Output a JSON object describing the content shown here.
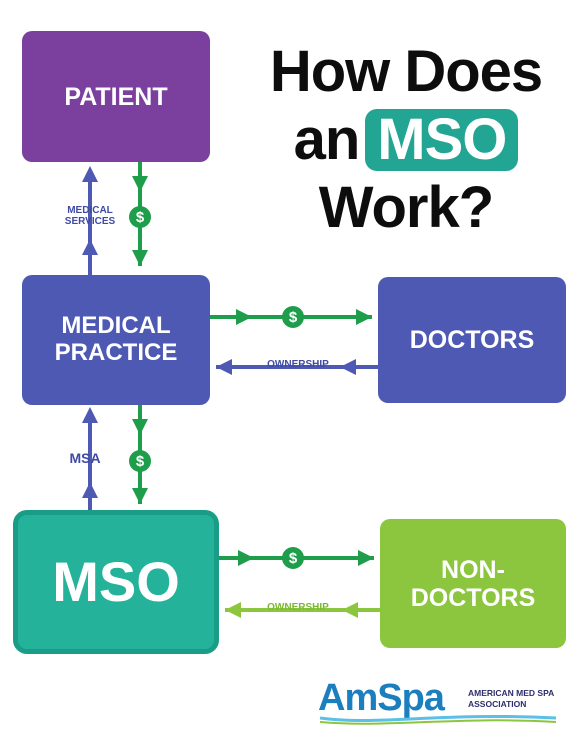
{
  "title": {
    "line1": "How Does",
    "line2_prefix": "an",
    "line2_highlight": "MSO",
    "line3": "Work?"
  },
  "boxes": {
    "patient": "PATIENT",
    "medical_practice": "MEDICAL PRACTICE",
    "doctors": "DOCTORS",
    "mso": "MSO",
    "non_doctors": "NON-DOCTORS"
  },
  "labels": {
    "medical_services": "MEDICAL SERVICES",
    "msa": "MSA",
    "ownership_doctors": "OWNERSHIP",
    "ownership_non_doctors": "OWNERSHIP",
    "dollar": "$"
  },
  "logo": {
    "wordmark": "AmSpa",
    "subtitle": "AMERICAN MED SPA ASSOCIATION"
  },
  "colors": {
    "patient": "#7b3f9d",
    "practice": "#4e59b3",
    "mso": "#24b39a",
    "non_doctors": "#8cc63f",
    "money_arrow": "#1e9e4a",
    "title_highlight": "#23a593"
  }
}
